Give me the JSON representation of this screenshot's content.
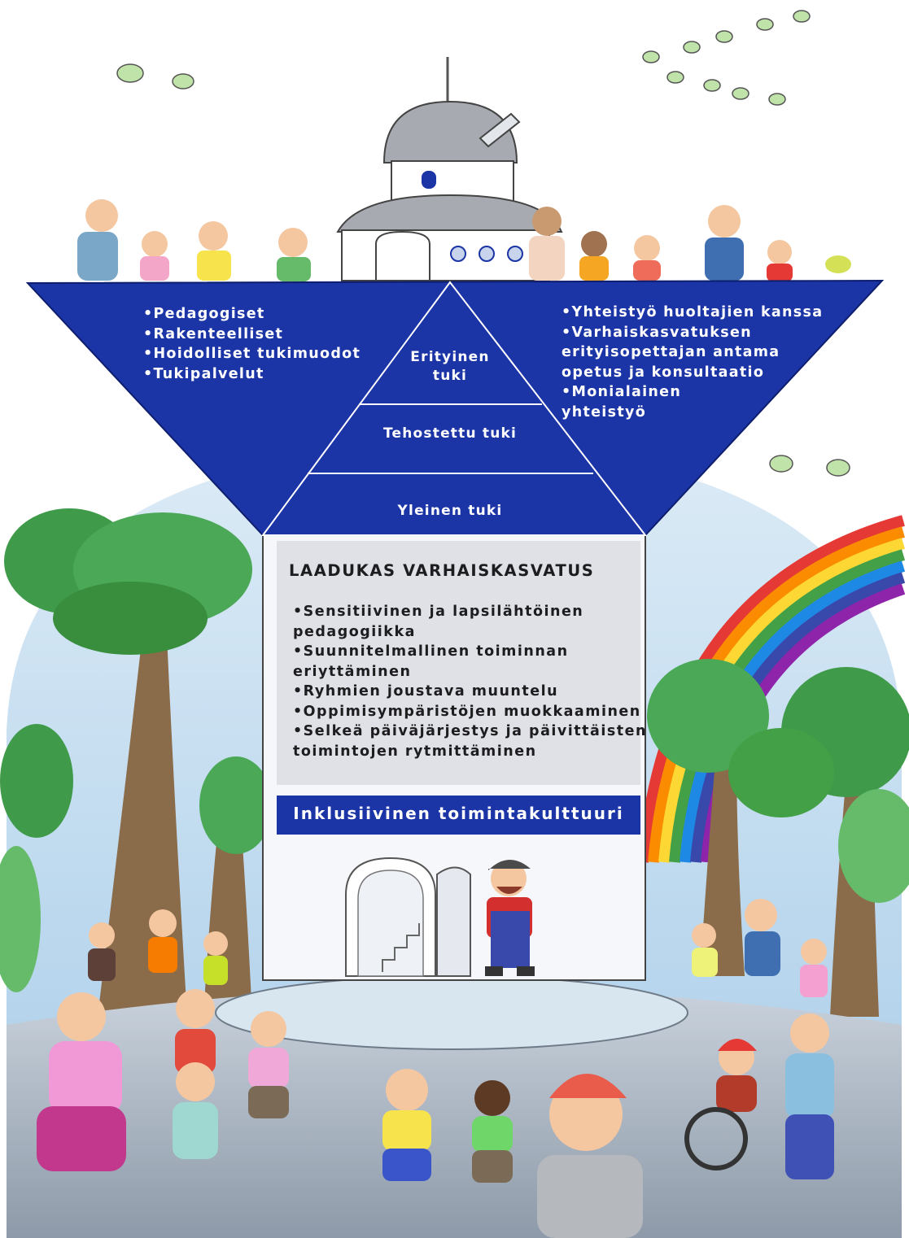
{
  "support_forms": [
    "•Pedagogiset",
    "•Rakenteelliset",
    "•Hoidolliset tukimuodot",
    "•Tukipalvelut"
  ],
  "cooperation": [
    "•Yhteistyö huoltajien kanssa",
    "•Varhaiskasvatuksen",
    " erityisopettajan antama",
    " opetus ja konsultaatio",
    "•Monialainen",
    " yhteistyö"
  ],
  "pyramid": {
    "special_line1": "Erityinen",
    "special_line2": "tuki",
    "enhanced": "Tehostettu tuki",
    "general": "Yleinen tuki"
  },
  "quality": {
    "heading": "LAADUKAS VARHAISKASVATUS",
    "lines": [
      "•Sensitiivinen ja lapsilähtöinen",
      " pedagogiikka",
      "•Suunnitelmallinen toiminnan",
      " eriyttäminen",
      "•Ryhmien joustava muuntelu",
      "•Oppimisympäristöjen muokkaaminen",
      "•Selkeä päiväjärjestys ja päivittäisten",
      " toimintojen rytmittäminen"
    ]
  },
  "culture_banner": "Inklusiivinen toimintakulttuuri",
  "colors": {
    "primary_blue": "#1b34a6",
    "panel_gray": "#dfe1e7",
    "text_dark": "#1d1d1f"
  }
}
